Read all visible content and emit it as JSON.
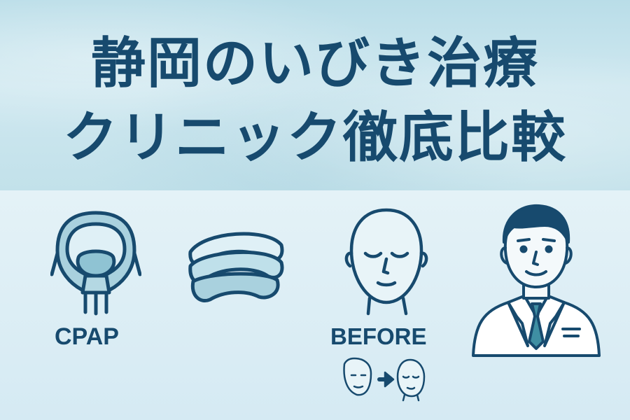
{
  "title": {
    "line1": "静岡のいびき治療",
    "line2": "クリニック徹底比較"
  },
  "labels": {
    "cpap": "CPAP",
    "before": "BEFORE"
  },
  "icons": [
    "cpap-mask-icon",
    "mouthpiece-icon",
    "sleeping-face-icon",
    "doctor-icon",
    "before-after-faces-icon"
  ],
  "colors": {
    "primary": "#174a6e",
    "header_bg": "#c2e1ea",
    "body_bg": "#e4f2f7",
    "accent_teal": "#8fc3d3",
    "tie_teal": "#3f8fa3"
  }
}
